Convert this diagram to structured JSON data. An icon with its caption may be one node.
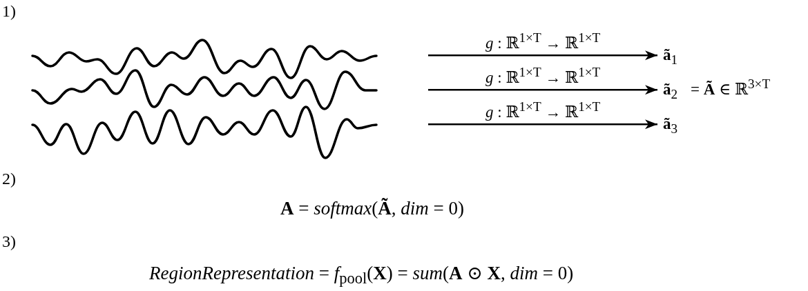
{
  "diagram": {
    "nodes": [
      {
        "text": [],
        "shape": "wave"
      },
      {
        "text": [],
        "shape": "wave"
      },
      {
        "text": [],
        "shape": "wave"
      },
      {
        "text": [
          "**ã**$_{1}$"
        ]
      },
      {
        "text": [
          "**ã**$_{2}$"
        ]
      },
      {
        "text": [
          "**ã**$_{3}$"
        ]
      }
    ],
    "edges": [
      {
        "from": null,
        "to": 3,
        "arrow": "to",
        "label": "*g* : ℝ$^{1×T}$ → ℝ$^{1×T}$"
      },
      {
        "from": null,
        "to": 4,
        "arrow": "to",
        "label": "*g* : ℝ$^{1×T}$ → ℝ$^{1×T}$"
      },
      {
        "from": null,
        "to": 5,
        "arrow": "to",
        "label": "*g* : ℝ$^{1×T}$ → ℝ$^{1×T}$"
      }
    ],
    "labels": [
      "1)",
      "= **Ã** ∈ ℝ$^{3×T}$",
      "2)",
      "**A** = *softmax*(**Ã**, *dim* = 0)",
      "3)",
      "*RegionRepresentation* = *f*$_{pool}$(**X**) = *sum*(**A** ⊙ **X**, *dim* = 0)"
    ]
  }
}
